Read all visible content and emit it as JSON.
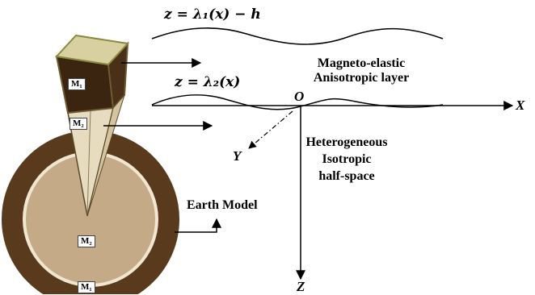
{
  "equations": {
    "upper_surface": "z = λ₁(x) − h",
    "lower_surface": "z = λ₂(x)"
  },
  "layer_label": {
    "line1": "Magneto-elastic",
    "line2": "Anisotropic layer"
  },
  "halfspace_label": {
    "line1": "Heterogeneous",
    "line2": "Isotropic",
    "line3": "half-space"
  },
  "axes": {
    "origin": "O",
    "x": "X",
    "y": "Y",
    "z": "Z"
  },
  "earth_model": {
    "label": "Earth Model",
    "wedge_top": "M₁",
    "wedge_bottom": "M₂",
    "core": "M₂",
    "crust": "M₁"
  },
  "colors": {
    "crust": "#5a3a1c",
    "core": "#c4aa86",
    "outer_ring": "#f0e6d2",
    "wedge_dark": "#3b2410",
    "wedge_light": "#e8dcc0",
    "line": "#000000"
  }
}
